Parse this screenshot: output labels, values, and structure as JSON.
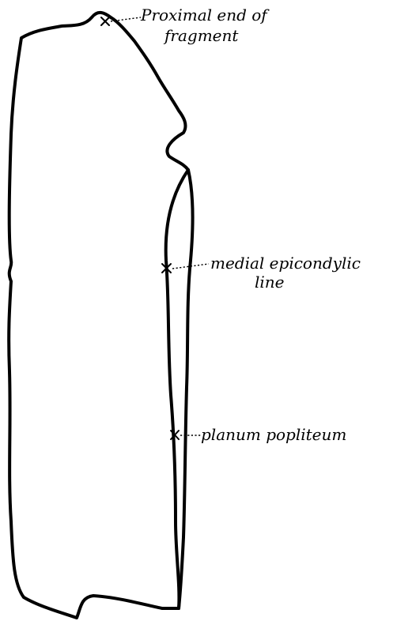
{
  "figure": {
    "labels": {
      "proximal_end": {
        "line1": "Proximal end of",
        "line2": "fragment"
      },
      "medial_epicondylic": {
        "line1": "medial epicondylic",
        "line2": "line"
      },
      "planum_popliteum": {
        "line1": "planum popliteum"
      }
    },
    "marker_symbol": "x"
  }
}
